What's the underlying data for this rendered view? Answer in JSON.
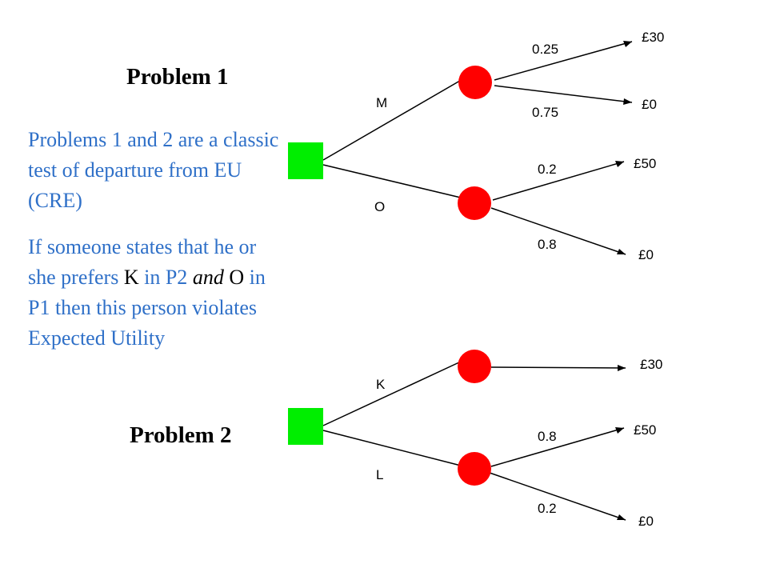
{
  "problem_1": {
    "title": "Problem 1",
    "option_top": "M",
    "option_bottom": "O",
    "top": {
      "p_win": "0.25",
      "p_lose": "0.75",
      "win": "£30",
      "lose": "£0"
    },
    "bottom": {
      "p_win": "0.2",
      "p_lose": "0.8",
      "win": "£50",
      "lose": "£0"
    }
  },
  "problem_2": {
    "title": "Problem 2",
    "option_top": "K",
    "option_bottom": "L",
    "top": {
      "certain": "£30"
    },
    "bottom": {
      "p_win": "0.8",
      "p_lose": "0.2",
      "win": "£50",
      "lose": "£0"
    }
  },
  "notes": {
    "cre": "Problems 1 and 2 are a classic test of departure from EU (CRE)",
    "violation": {
      "p1": "If someone states that he or she prefers ",
      "p2": "K",
      "p3": " in P2 ",
      "p4": "and",
      "p5": " ",
      "p6": "O",
      "p7": " in P1 then this person violates Expected Utility"
    }
  },
  "colors": {
    "decision_node": "#00ee00",
    "chance_node": "#ff0000",
    "note_text": "#2f70c8"
  }
}
